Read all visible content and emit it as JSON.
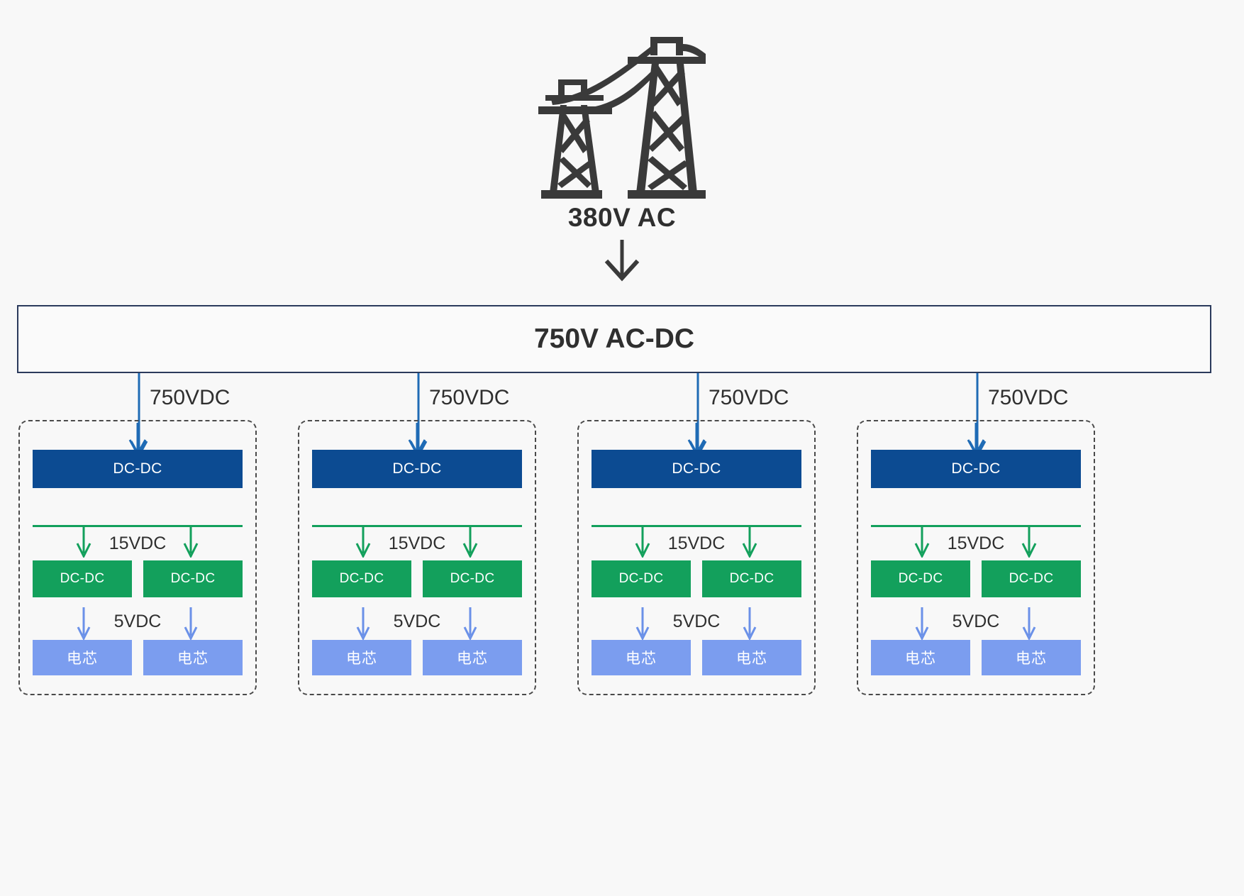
{
  "diagram": {
    "background_color": "#f8f8f8",
    "source": {
      "icon": "transmission-tower-icon",
      "label": "380V AC",
      "arrow_color": "#3a3a3a"
    },
    "converter_bar": {
      "label": "750V AC-DC",
      "border_color": "#2b3a5c"
    },
    "feeders": [
      {
        "label": "750VDC"
      },
      {
        "label": "750VDC"
      },
      {
        "label": "750VDC"
      },
      {
        "label": "750VDC"
      }
    ],
    "feeder_arrow_color": "#1f6bb5",
    "groups": [
      {
        "primary": {
          "label": "DC-DC",
          "color": "#0c4b92"
        },
        "mid_label": "15VDC",
        "secondary": [
          {
            "label": "DC-DC",
            "color": "#13a05c"
          },
          {
            "label": "DC-DC",
            "color": "#13a05c"
          }
        ],
        "low_label": "5VDC",
        "cells": [
          {
            "label": "电芯",
            "color": "#7b9def"
          },
          {
            "label": "电芯",
            "color": "#7b9def"
          }
        ]
      },
      {
        "primary": {
          "label": "DC-DC",
          "color": "#0c4b92"
        },
        "mid_label": "15VDC",
        "secondary": [
          {
            "label": "DC-DC",
            "color": "#13a05c"
          },
          {
            "label": "DC-DC",
            "color": "#13a05c"
          }
        ],
        "low_label": "5VDC",
        "cells": [
          {
            "label": "电芯",
            "color": "#7b9def"
          },
          {
            "label": "电芯",
            "color": "#7b9def"
          }
        ]
      },
      {
        "primary": {
          "label": "DC-DC",
          "color": "#0c4b92"
        },
        "mid_label": "15VDC",
        "secondary": [
          {
            "label": "DC-DC",
            "color": "#13a05c"
          },
          {
            "label": "DC-DC",
            "color": "#13a05c"
          }
        ],
        "low_label": "5VDC",
        "cells": [
          {
            "label": "电芯",
            "color": "#7b9def"
          },
          {
            "label": "电芯",
            "color": "#7b9def"
          }
        ]
      },
      {
        "primary": {
          "label": "DC-DC",
          "color": "#0c4b92"
        },
        "mid_label": "15VDC",
        "secondary": [
          {
            "label": "DC-DC",
            "color": "#13a05c"
          },
          {
            "label": "DC-DC",
            "color": "#13a05c"
          }
        ],
        "low_label": "5VDC",
        "cells": [
          {
            "label": "电芯",
            "color": "#7b9def"
          },
          {
            "label": "电芯",
            "color": "#7b9def"
          }
        ]
      }
    ],
    "green_arrow_color": "#13a05c",
    "blue_arrow_color": "#6b91e8",
    "group_border_color": "#4a4a4a"
  }
}
